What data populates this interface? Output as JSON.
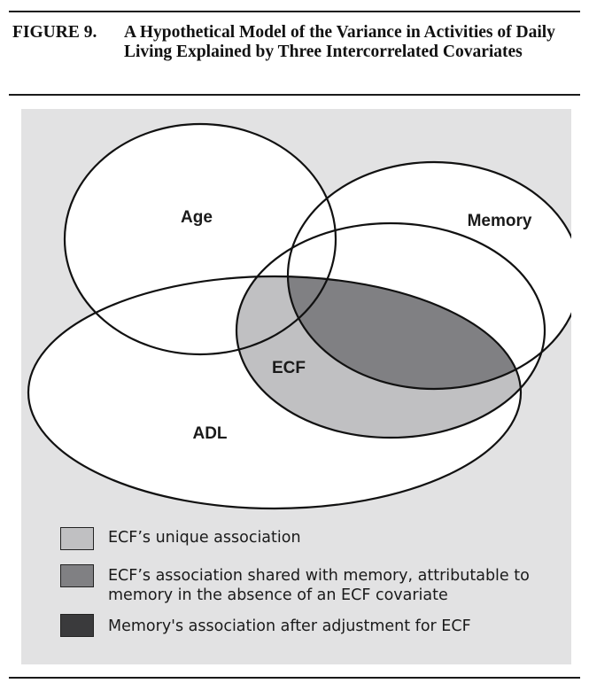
{
  "caption": {
    "label": "FIGURE 9.",
    "title": "A Hypothetical Model of the Variance in Activities of Daily Living Explained by Three Intercorrelated Covariates"
  },
  "diagram": {
    "labels": {
      "age": "Age",
      "memory": "Memory",
      "ecf": "ECF",
      "adl": "ADL"
    }
  },
  "legend": {
    "items": [
      {
        "text": "ECF’s unique association",
        "color": "#c0c0c2"
      },
      {
        "text": "ECF’s association shared with memory, attributable to memory in the absence of an ECF covariate",
        "color": "#808083"
      },
      {
        "text": "Memory's association after adjustment for ECF",
        "color": "#3a3a3c"
      }
    ]
  },
  "colors": {
    "background": "#e2e2e3",
    "ellipse_fill": "#ffffff",
    "outline": "#111111"
  }
}
